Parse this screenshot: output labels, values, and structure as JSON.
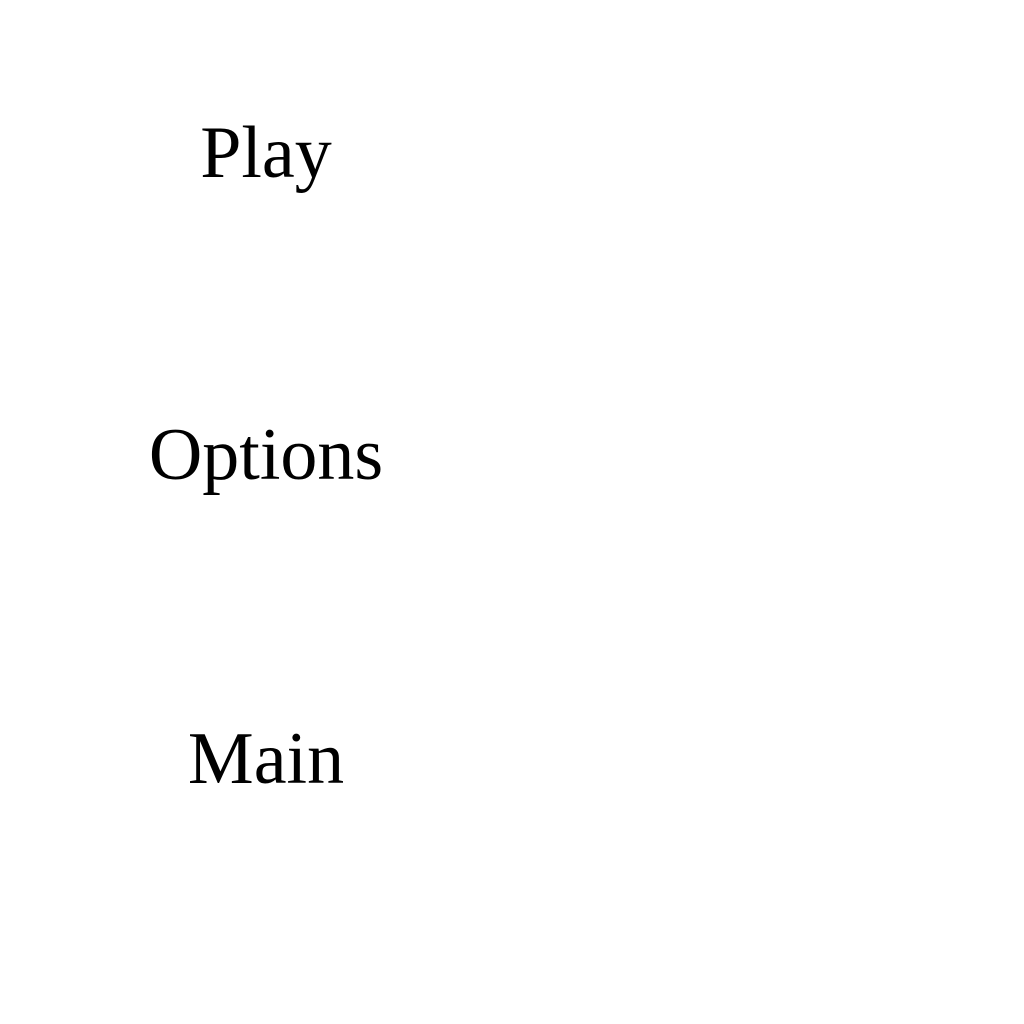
{
  "menu": {
    "items": [
      {
        "label": "Play"
      },
      {
        "label": "Options"
      },
      {
        "label": "Main"
      }
    ]
  },
  "colors": {
    "background": "#ffffff",
    "text": "#000000"
  }
}
